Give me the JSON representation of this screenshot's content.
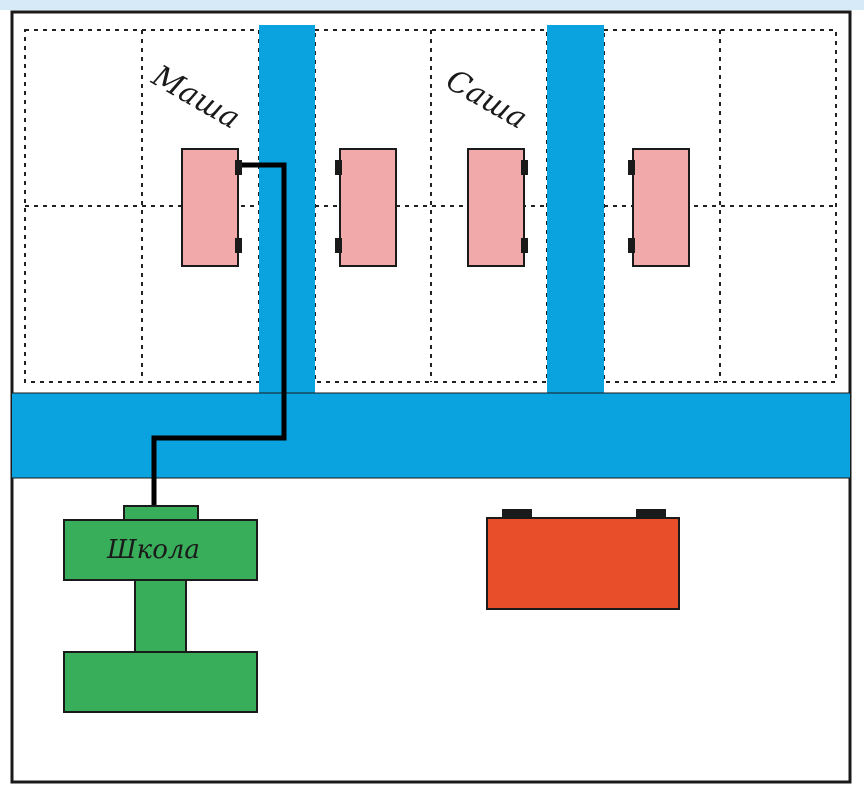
{
  "colors": {
    "road": "#0aa3df",
    "house": "#f2a9aa",
    "school": "#38ad5a",
    "red_building": "#e94e2b",
    "route": "#000000",
    "frame": "#1a1a1a",
    "top_strip": "#d6eaf7"
  },
  "labels": {
    "masha": "Маша",
    "sasha": "Саша",
    "school": "Школа"
  }
}
